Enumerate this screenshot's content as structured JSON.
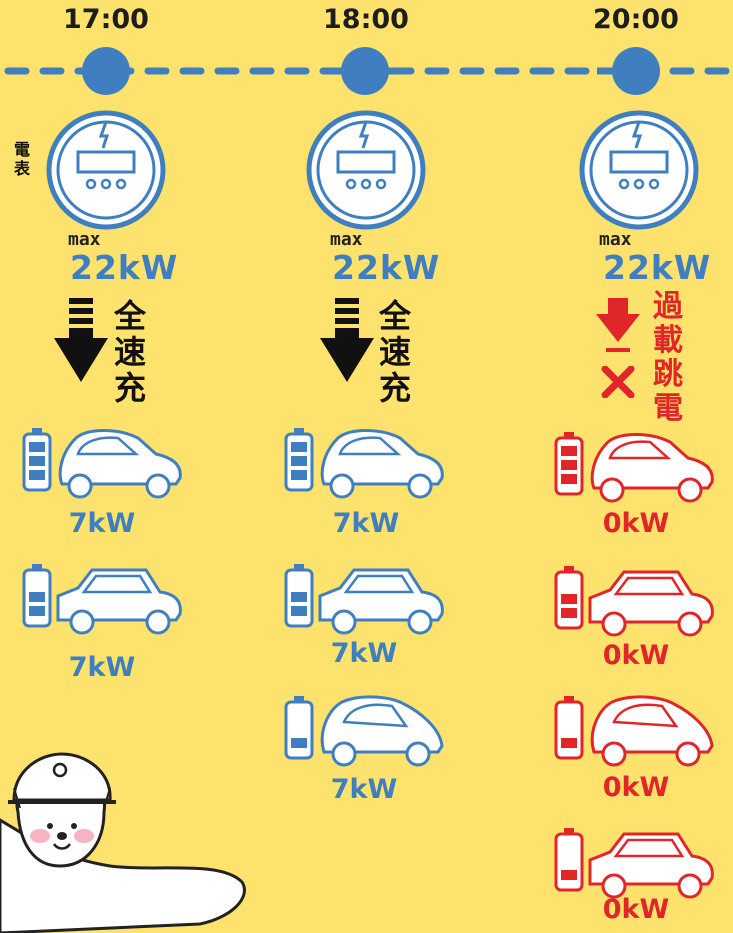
{
  "times": [
    "17:00",
    "18:00",
    "20:00"
  ],
  "meter_label": "電表",
  "max_label": "max",
  "max_value": "22kW",
  "status_charge": [
    "全",
    "速",
    "充"
  ],
  "status_overload": [
    "過",
    "載",
    "跳",
    "電"
  ],
  "kw_ok": "7kW",
  "kw_fail": "0kW",
  "colors": {
    "background": "#fde36d",
    "blue": "#3f7fbf",
    "red": "#e1262a",
    "timeline": "#3f7fbf"
  },
  "icons": [
    "meter-icon",
    "battery-icon",
    "car-icon",
    "down-arrow-icon",
    "cross-icon"
  ]
}
